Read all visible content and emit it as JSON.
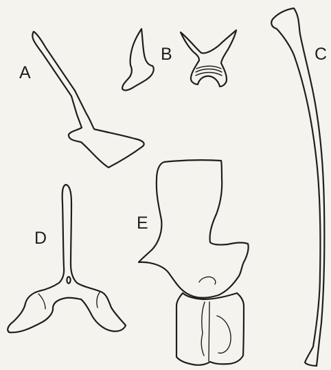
{
  "figure_labels": {
    "a": "A",
    "b": "B",
    "c": "C",
    "d": "D",
    "e": "E"
  }
}
